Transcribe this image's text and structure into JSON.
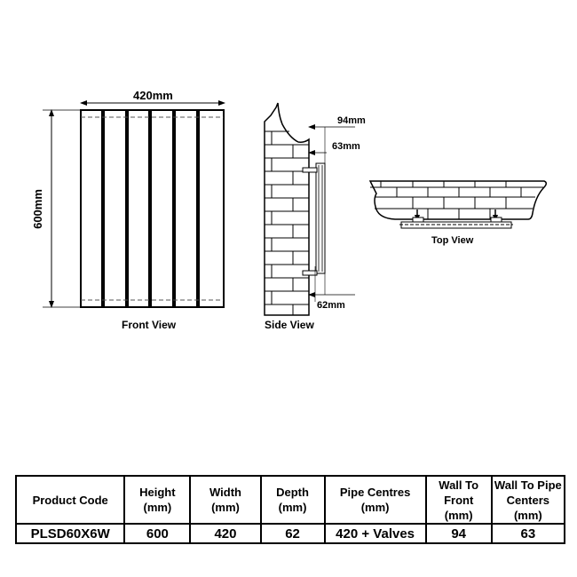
{
  "drawing": {
    "front_view": {
      "label": "Front View",
      "width_dim": "420mm",
      "height_dim": "600mm",
      "columns": 6
    },
    "side_view": {
      "label": "Side View",
      "wall_to_front_dim": "94mm",
      "wall_to_pipe_dim": "63mm",
      "depth_dim": "62mm"
    },
    "top_view": {
      "label": "Top View"
    }
  },
  "spec_table": {
    "headers": [
      [
        "Product Code"
      ],
      [
        "Height",
        "(mm)"
      ],
      [
        "Width",
        "(mm)"
      ],
      [
        "Depth",
        "(mm)"
      ],
      [
        "Pipe Centres",
        "(mm)"
      ],
      [
        "Wall To",
        "Front",
        "(mm)"
      ],
      [
        "Wall To Pipe",
        "Centers",
        "(mm)"
      ]
    ],
    "rows": [
      [
        "PLSD60X6W",
        "600",
        "420",
        "62",
        "420 + Valves",
        "94",
        "63"
      ]
    ]
  }
}
